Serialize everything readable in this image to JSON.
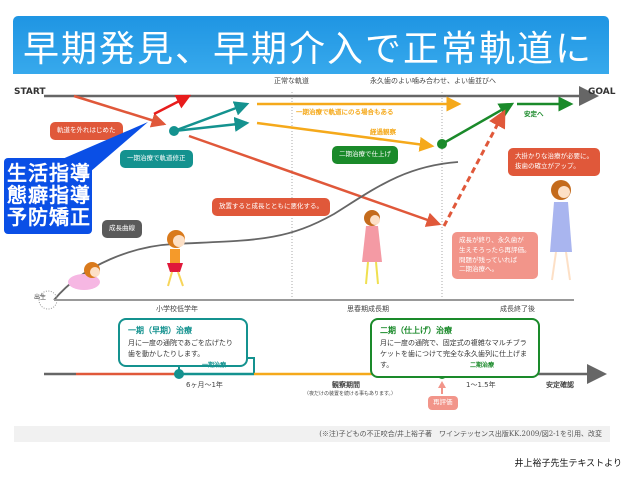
{
  "title": "早期発見、早期介入で正常軌道に",
  "axis": {
    "start": "START",
    "goal": "GOAL",
    "normal_track": "正常な軌道",
    "goal_desc": "永久歯のよい噛み合わせ、よい歯並びへ"
  },
  "callouts": {
    "off_track": "軌道を外れはじめた",
    "phase1_correct": "一期治療で軌道修正",
    "phase1_may_track": "一期治療で軌道にのる場合もある",
    "observation": "経過観察",
    "phase2_finish": "二期治療で仕上げ",
    "stable": "安定へ",
    "major_treatment": [
      "大掛かりな治療が必要に。",
      "抜歯の確立がアップ。"
    ],
    "worsen": "放置すると成長とともに悪化する。",
    "growth_curve": "成長曲線",
    "reevaluate": [
      "成長が終り、永久歯が",
      "生えそろったら再評価。",
      "問題が残っていれば",
      "二期治療へ。"
    ]
  },
  "guidance_box": [
    "生活指導",
    "態癖指導",
    "予防矯正"
  ],
  "stages": {
    "birth": "出生",
    "lower_elementary": "小学校低学年",
    "puberty": "思春期成長期",
    "after_growth": "成長終了後"
  },
  "phase1_info": {
    "heading": "一期（早期）治療",
    "lines": [
      "月に一度の通院であごを広げたり",
      "歯を動かしたりします。"
    ]
  },
  "phase2_info": {
    "heading": "二期（仕上げ）治療",
    "lines": [
      "月に一度の通院で、固定式の複雑なマルチブラ",
      "ケットを歯につけて完全な永久歯列に仕上げます。"
    ]
  },
  "timeline": {
    "phase1_label": "一期治療",
    "phase1_duration": "6ヶ月〜1年",
    "observation_label": "観察期間",
    "observation_note": "（夜だけの装置を続ける事もあります。）",
    "phase2_label": "二期治療",
    "phase2_duration": "1〜1.5年",
    "stable_confirm": "安定確認",
    "reevaluation": "再評価"
  },
  "citation": "(※注)子どもの不正咬合/井上裕子著　ワインテッセンス出版KK.2009/図2-1を引用、改変",
  "source": "井上裕子先生テキストより",
  "colors": {
    "title_bg": "#2aa0e8",
    "orange": "#e0583a",
    "teal": "#14928f",
    "yellow": "#f5a91b",
    "green": "#1a8a2a",
    "red": "#e81c1c",
    "pink": "#f2958a",
    "blue": "#0a4fe6"
  }
}
